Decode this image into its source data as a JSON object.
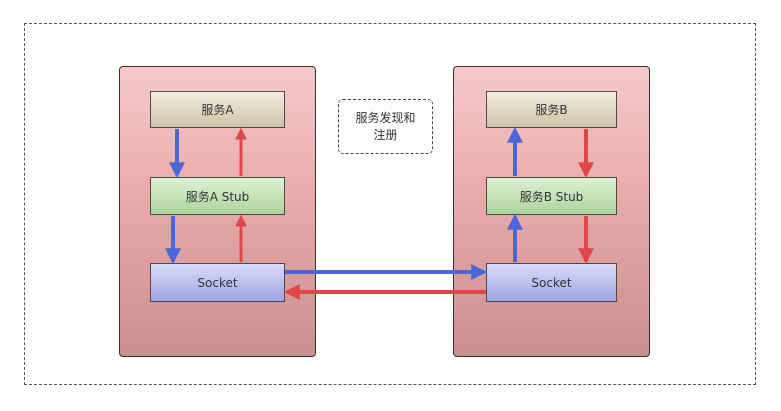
{
  "hosts": {
    "a": {
      "service_label": "服务A",
      "stub_label": "服务A Stub",
      "socket_label": "Socket"
    },
    "b": {
      "service_label": "服务B",
      "stub_label": "服务B Stub",
      "socket_label": "Socket"
    }
  },
  "registry": {
    "label": "服务发现和注册"
  },
  "colors": {
    "request_arrow": "#4a66d9",
    "response_arrow": "#e04848"
  }
}
